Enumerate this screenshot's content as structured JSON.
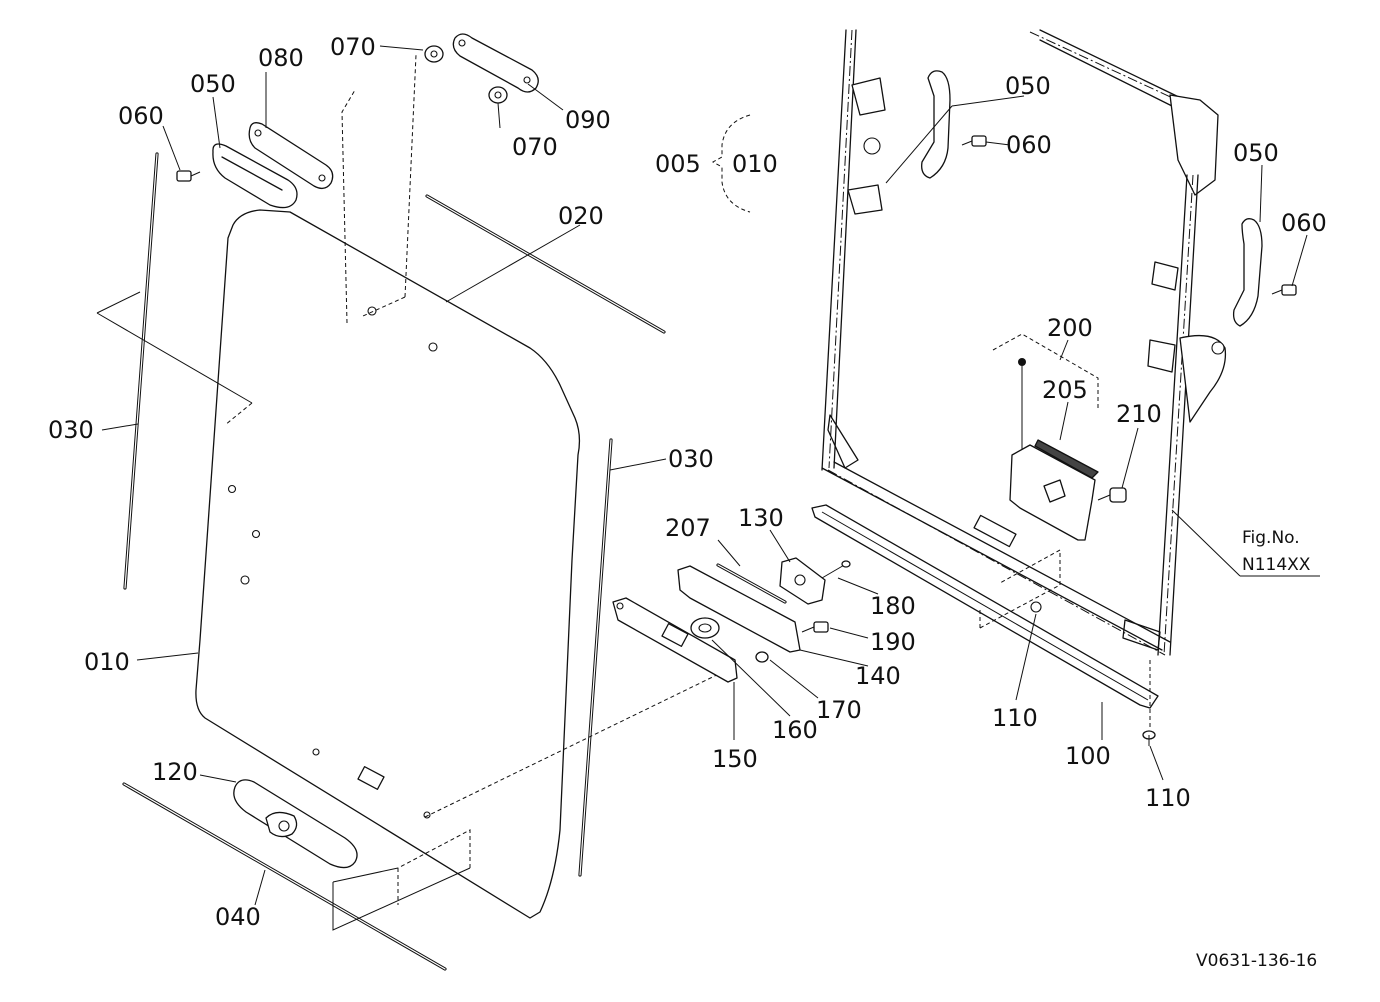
{
  "callouts": {
    "c005": "005",
    "c010_set": "010",
    "c010": "010",
    "c020": "020",
    "c030_left": "030",
    "c030_right": "030",
    "c040": "040",
    "c050_glass": "050",
    "c050_frame_top": "050",
    "c050_frame_right": "050",
    "c060_glass": "060",
    "c060_frame_top": "060",
    "c060_frame_right": "060",
    "c070_top": "070",
    "c070_bottom": "070",
    "c080": "080",
    "c090": "090",
    "c100": "100",
    "c110_mid": "110",
    "c110_bottom": "110",
    "c120": "120",
    "c130": "130",
    "c140": "140",
    "c150": "150",
    "c160": "160",
    "c170": "170",
    "c180": "180",
    "c190": "190",
    "c200": "200",
    "c205": "205",
    "c207": "207",
    "c210": "210"
  },
  "figure": {
    "fig_label": "Fig.No.",
    "fig_number": "N114XX",
    "drawing_code": "V0631-136-16"
  },
  "icons": {
    "glass_panel": "glass-panel",
    "frame": "door-frame",
    "handle": "grab-handle",
    "bolt": "bolt",
    "roller": "roller"
  }
}
